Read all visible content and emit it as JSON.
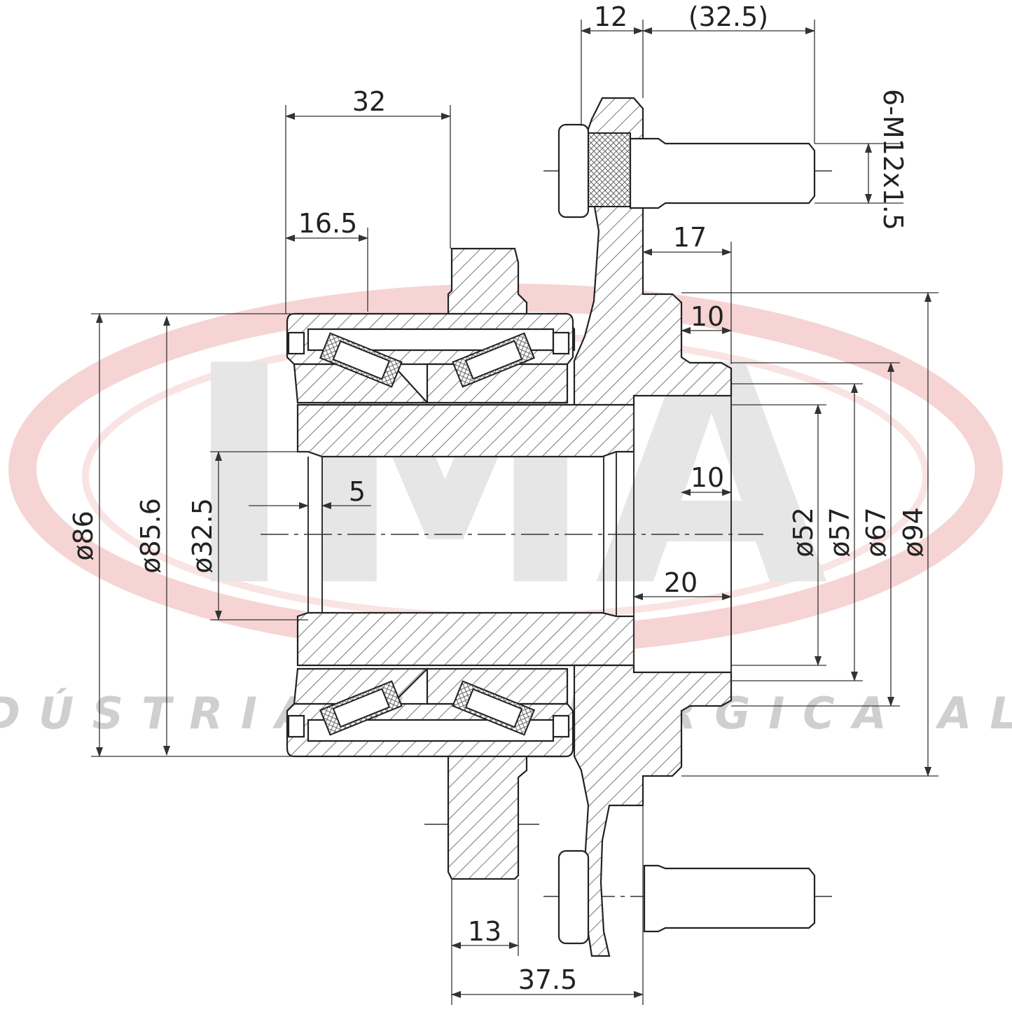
{
  "watermark": {
    "logo": "IMA",
    "company": "INDÚSTRIA METALÚRGICA ALLI",
    "colors": {
      "ring": "#f3c9c9",
      "text": "#cfcfcf"
    }
  },
  "dimensions": {
    "d12": "12",
    "d32_5": "(32.5)",
    "thread": "6-M12x1.5",
    "d32": "32",
    "d16_5": "16.5",
    "d17": "17",
    "d10_top": "10",
    "d10_mid": "10",
    "d5": "5",
    "d20": "20",
    "d13": "13",
    "d37_5": "37.5",
    "dia86": "ø86",
    "dia85_6": "ø85.6",
    "dia32_5": "ø32.5",
    "dia52": "ø52",
    "dia57": "ø57",
    "dia67": "ø67",
    "dia94": "ø94"
  }
}
